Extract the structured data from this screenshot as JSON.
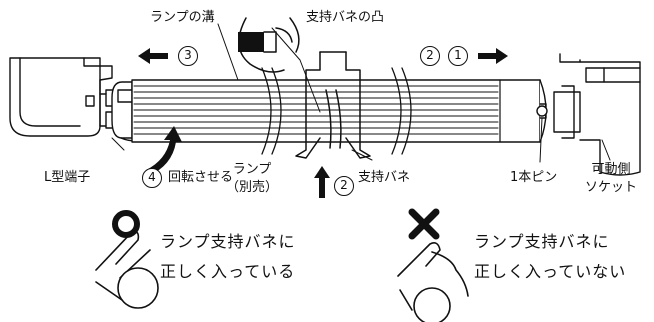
{
  "labels": {
    "lamp_groove": "ランプの溝",
    "support_spring_bump": "支持バネの凸",
    "l_terminal": "L型端子",
    "rotate": "回転させる",
    "lamp": "ランプ",
    "lamp_sold_separately": "（別売）",
    "support_spring": "支持バネ",
    "one_pin": "1本ピン",
    "movable_side": "可動側",
    "socket": "ソケット"
  },
  "steps": {
    "s1": "1",
    "s2_top": "2",
    "s2_bottom": "2",
    "s3": "3",
    "s4": "4"
  },
  "good": {
    "symbol": "○",
    "line1": "ランプ支持バネに",
    "line2": "正しく入っている"
  },
  "bad": {
    "symbol": "×",
    "line1": "ランプ支持バネに",
    "line2": "正しく入っていない"
  }
}
